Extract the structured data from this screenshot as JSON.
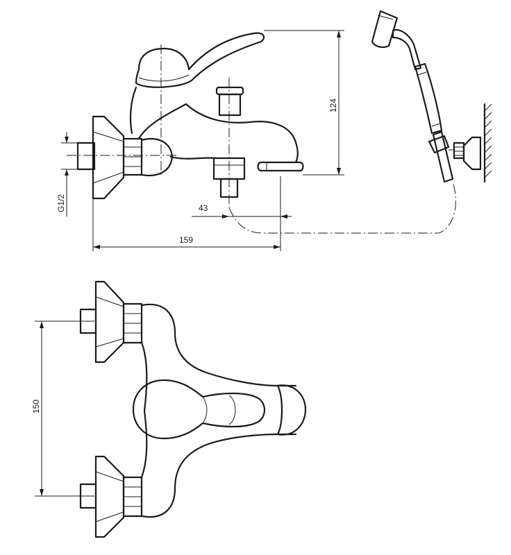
{
  "dimensions": {
    "height_124": "124",
    "thread_g12": "G1/2",
    "offset_43": "43",
    "width_159": "159",
    "spacing_150": "150"
  }
}
